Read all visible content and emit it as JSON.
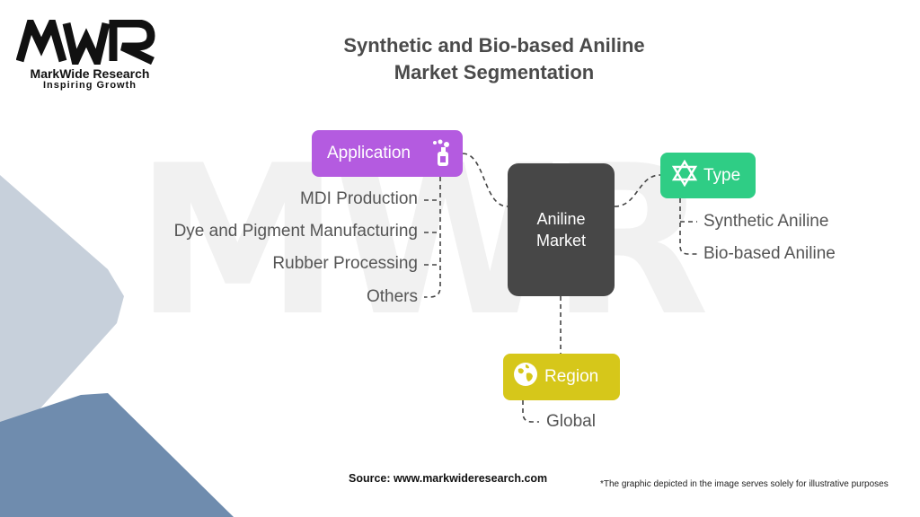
{
  "brand": {
    "name": "MarkWide Research",
    "tagline": "Inspiring Growth",
    "watermark": "MWR"
  },
  "title": {
    "line1": "Synthetic and Bio-based Aniline",
    "line2": "Market Segmentation"
  },
  "center": {
    "line1": "Aniline",
    "line2": "Market"
  },
  "segments": {
    "application": {
      "label": "Application",
      "color": "#b45be0",
      "icon": "spray-bottle-icon",
      "items": [
        "MDI Production",
        "Dye and Pigment Manufacturing",
        "Rubber Processing",
        "Others"
      ]
    },
    "type": {
      "label": "Type",
      "color": "#2fcd85",
      "icon": "star-of-david-icon",
      "items": [
        "Synthetic Aniline",
        "Bio-based Aniline"
      ]
    },
    "region": {
      "label": "Region",
      "color": "#d6c71a",
      "icon": "globe-icon",
      "items": [
        "Global"
      ]
    }
  },
  "footer": {
    "source": "Source: www.markwideresearch.com",
    "note": "*The graphic depicted in the image serves solely for illustrative purposes"
  }
}
